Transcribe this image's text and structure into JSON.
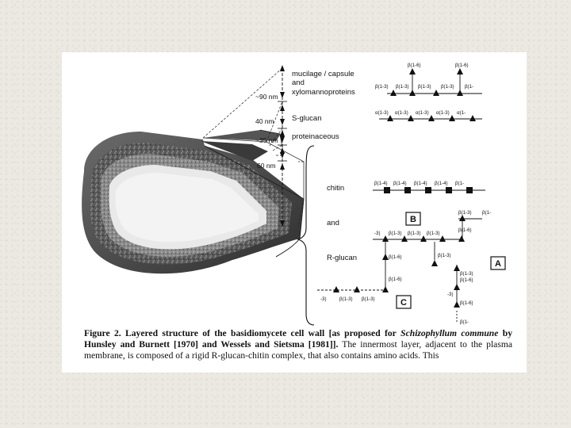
{
  "diagram": {
    "layers": [
      {
        "thickness": "~90 nm",
        "label_lines": [
          "mucilage / capsule",
          "and",
          "xylomannoproteins"
        ]
      },
      {
        "thickness": "40 nm",
        "label_lines": [
          "S-glucan"
        ]
      },
      {
        "thickness": "~35 nm",
        "label_lines": [
          "proteinaceous"
        ]
      },
      {
        "thickness": "60 nm",
        "label_lines": []
      }
    ],
    "inner_labels": {
      "chitin": "chitin",
      "and": "and",
      "r_glucan": "R-glucan"
    },
    "panel_letters": {
      "a": "A",
      "b": "B",
      "c": "C"
    },
    "linkages": {
      "xylo_branch_1": "β(1-6)",
      "xylo_branch_2": "β(1-6)",
      "xylo_chain": [
        "β(1-3)",
        "β(1-3)",
        "β(1-3)",
        "β(1-3)",
        "β(1-"
      ],
      "sglucan_chain": [
        "α(1-3)",
        "α(1-3)",
        "α(1-3)",
        "α(1-3)",
        "α(1-"
      ],
      "chitin_chain": [
        "β(1-4)",
        "β(1-4)",
        "β(1-4)",
        "β(1-4)",
        "β(1-"
      ],
      "b_branch_1": "β(1-3)",
      "b_branch_2": "β(1-",
      "b_branch_3": "β(1-6)",
      "b_chain": [
        "-3)",
        "β(1-3)",
        "β(1-3)",
        "β(1-3)"
      ],
      "rg_1": "β(1-6)",
      "rg_2": "β(1-3)",
      "rg_3": "β(1-6)",
      "a_1": "β(1-3)",
      "a_2": "β(1-6)",
      "a_3": "β(1-6)",
      "a_4": "-3)",
      "a_5": "β(1-",
      "c_chain": [
        "-3)",
        "β(1-3)",
        "β(1-3)"
      ]
    }
  },
  "caption": {
    "figure_label": "Figure 2. Layered structure of the basidiomycete cell wall [as proposed for",
    "species": "Schizophyllum commune",
    "line1_tail": "",
    "line2": "by Hunsley and Burnett [1970] and Wessels and Sietsma [1981]].",
    "line2_tail": " The innermost layer, adjacent to the",
    "line3": "plasma membrane, is composed of a rigid R-glucan-chitin complex, that also contains amino acids. This"
  }
}
